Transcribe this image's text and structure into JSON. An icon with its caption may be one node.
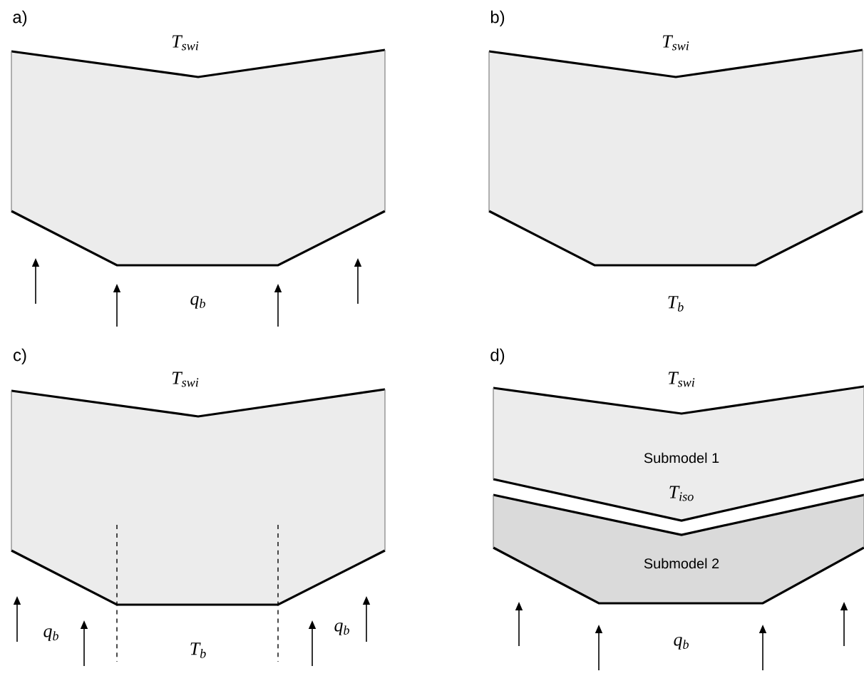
{
  "diagram": {
    "nodes": [
      {
        "text": [],
        "shape": "polygon"
      },
      {
        "text": [],
        "shape": "polygon"
      },
      {
        "text": [],
        "shape": "polygon"
      },
      {
        "text": [
          "Submodel 1"
        ]
      },
      {
        "text": [
          "Submodel 2"
        ]
      }
    ],
    "labels": [
      "a)",
      "T$_{swi}$",
      "q$_{b}$",
      "b)",
      "T$_{swi}$",
      "T$_{b}$",
      "c)",
      "T$_{swi}$",
      "q$_{b}$",
      "T$_{b}$",
      "q$_{b}$",
      "d)",
      "T$_{swi}$",
      "T$_{iso}$",
      "q$_{b}$"
    ]
  }
}
